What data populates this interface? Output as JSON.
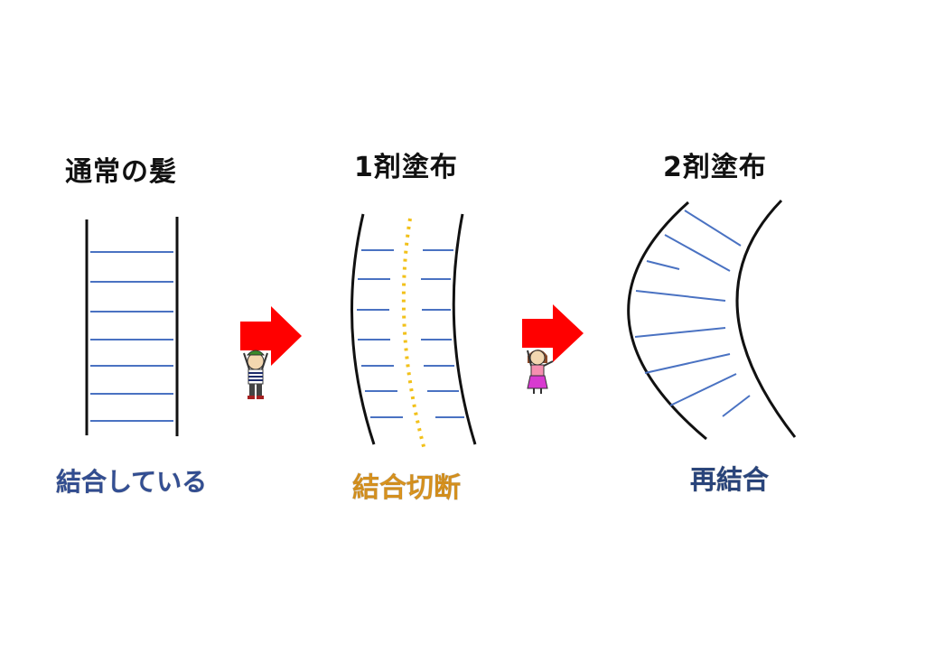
{
  "panels": [
    {
      "title": "通常の髪",
      "caption": "結合している",
      "caption_color": "#3a5aa8"
    },
    {
      "title": "1剤塗布",
      "caption": "結合切断",
      "caption_color": "#f5a623"
    },
    {
      "title": "2剤塗布",
      "caption": "再結合",
      "caption_color": "#2f4f8f"
    }
  ],
  "colors": {
    "outline": "#111111",
    "bond": "#4a72c2",
    "cut_line": "#f2c11a",
    "arrow": "#ff0000"
  },
  "icons": [
    "arrow-right-icon",
    "man-holding-arrow-icon",
    "woman-holding-arrow-icon"
  ]
}
